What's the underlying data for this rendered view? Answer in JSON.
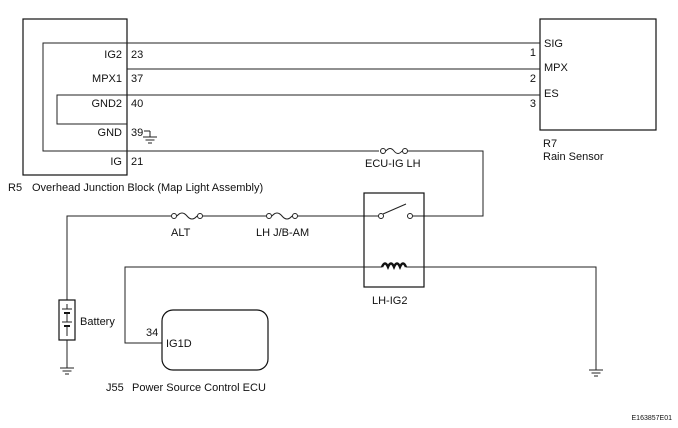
{
  "junction_block": {
    "ref": "R5",
    "name": "Overhead Junction Block (Map Light Assembly)",
    "pins": [
      {
        "label": "IG2",
        "num": "23"
      },
      {
        "label": "MPX1",
        "num": "37"
      },
      {
        "label": "GND2",
        "num": "40"
      },
      {
        "label": "GND",
        "num": "39"
      },
      {
        "label": "IG",
        "num": "21"
      }
    ]
  },
  "rain_sensor": {
    "ref": "R7",
    "name": "Rain Sensor",
    "pins": [
      {
        "label": "SIG",
        "num": "1"
      },
      {
        "label": "MPX",
        "num": "2"
      },
      {
        "label": "ES",
        "num": "3"
      }
    ]
  },
  "fuses": {
    "ecu_ig_lh": "ECU-IG LH",
    "alt": "ALT",
    "lh_jb_am": "LH J/B-AM"
  },
  "relay": {
    "name": "LH-IG2"
  },
  "battery": {
    "name": "Battery"
  },
  "ecu": {
    "ref": "J55",
    "name": "Power Source Control ECU",
    "pin_label": "IG1D",
    "pin_num": "34"
  },
  "figure_code": "E163857E01"
}
